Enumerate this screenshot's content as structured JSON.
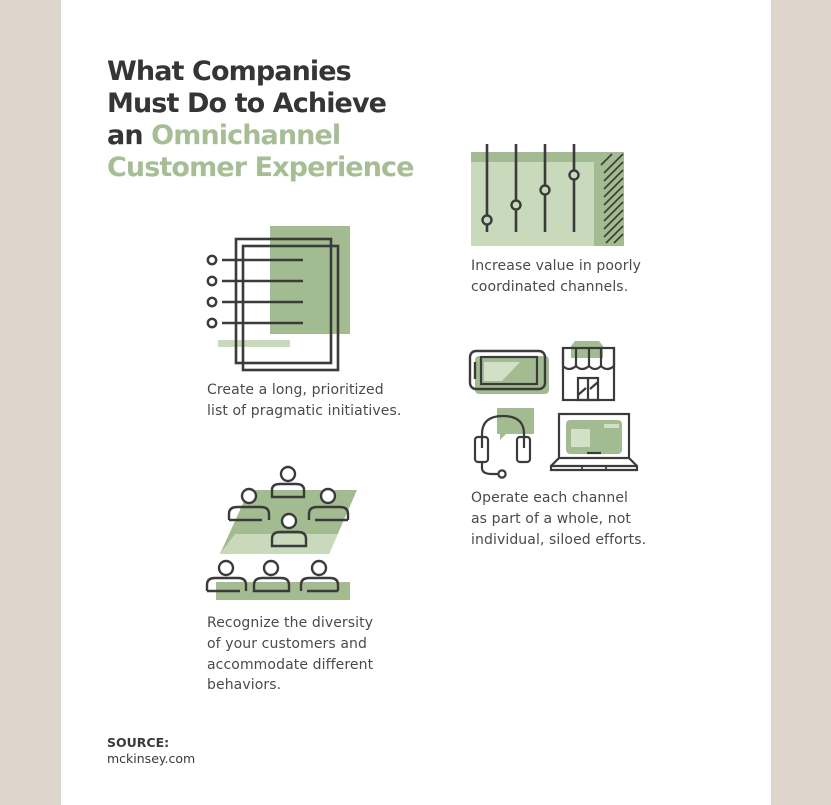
{
  "title": {
    "line1": "What Companies",
    "line2": "Must Do to Achieve",
    "line3_prefix": "an ",
    "line3_accent": "Omnichannel",
    "line4_accent": "Customer Experience"
  },
  "colors": {
    "background": "#ded5cd",
    "card": "#ffffff",
    "title_dark": "#353535",
    "accent_green": "#a6bd95",
    "icon_green_dark": "#a3bb91",
    "icon_green_light": "#c9d9bc",
    "stroke": "#3b3b3b",
    "text": "#4a4a4a"
  },
  "items": [
    {
      "id": "sliders",
      "icon": "sliders-icon",
      "caption_lines": [
        "Increase value in poorly",
        "coordinated channels."
      ]
    },
    {
      "id": "list",
      "icon": "document-list-icon",
      "caption_lines": [
        "Create a long, prioritized",
        "list of pragmatic initiatives."
      ]
    },
    {
      "id": "channels",
      "icon": "channels-icon",
      "sub_icons": [
        "mobile-phone-icon",
        "storefront-icon",
        "headset-icon",
        "laptop-icon"
      ],
      "caption_lines": [
        "Operate each channel",
        "as part of a whole, not",
        "individual, siloed efforts."
      ]
    },
    {
      "id": "people",
      "icon": "people-group-icon",
      "caption_lines": [
        "Recognize the diversity",
        "of your customers and",
        "accommodate different",
        "behaviors."
      ]
    }
  ],
  "source": {
    "label": "SOURCE:",
    "value": "mckinsey.com"
  }
}
